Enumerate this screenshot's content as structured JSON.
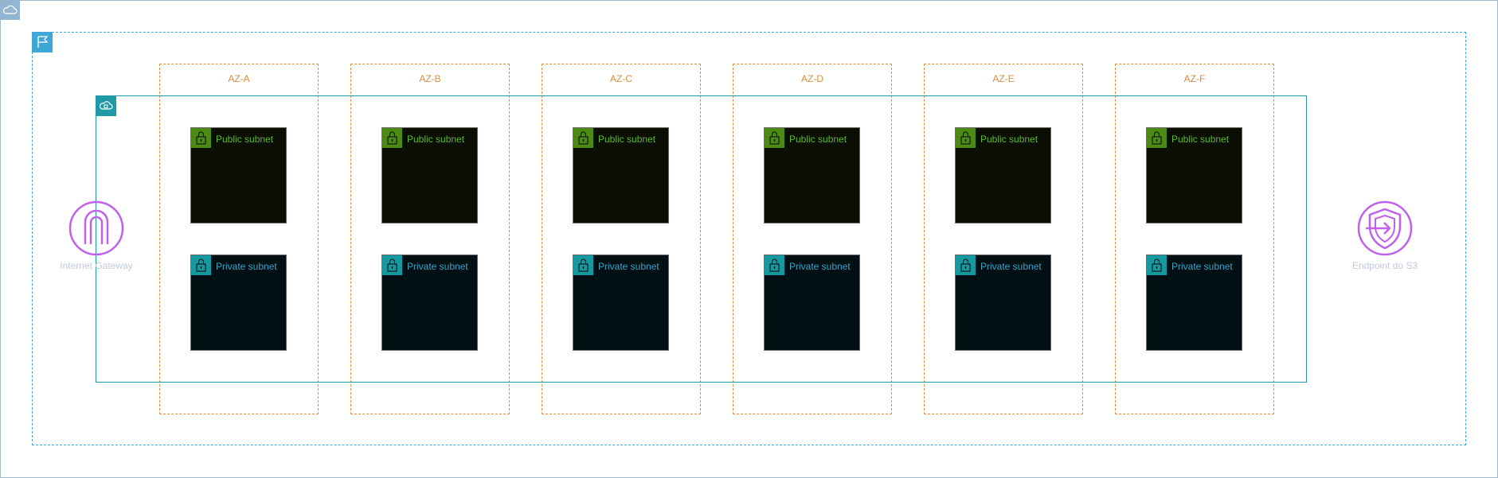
{
  "availability_zones": [
    {
      "label": "AZ-A",
      "public_subnet": "Public subnet",
      "private_subnet": "Private subnet"
    },
    {
      "label": "AZ-B",
      "public_subnet": "Public subnet",
      "private_subnet": "Private subnet"
    },
    {
      "label": "AZ-C",
      "public_subnet": "Public subnet",
      "private_subnet": "Private subnet"
    },
    {
      "label": "AZ-D",
      "public_subnet": "Public subnet",
      "private_subnet": "Private subnet"
    },
    {
      "label": "AZ-E",
      "public_subnet": "Public subnet",
      "private_subnet": "Private subnet"
    },
    {
      "label": "AZ-F",
      "public_subnet": "Public subnet",
      "private_subnet": "Private subnet"
    }
  ],
  "internet_gateway": {
    "label": "Internet Gateway",
    "icon": "internet-gateway-icon"
  },
  "s3_endpoint": {
    "label": "Endpoint do S3",
    "icon": "vpc-endpoint-icon"
  },
  "colors": {
    "cloud_border": "#9fb8cc",
    "region_border": "#3fa7d6",
    "vpc_border": "#1f99a8",
    "az_border": "#e38b3a",
    "public_subnet_accent": "#4c8a16",
    "private_subnet_accent": "#13999f",
    "gateway_purple": "#c061ec"
  }
}
